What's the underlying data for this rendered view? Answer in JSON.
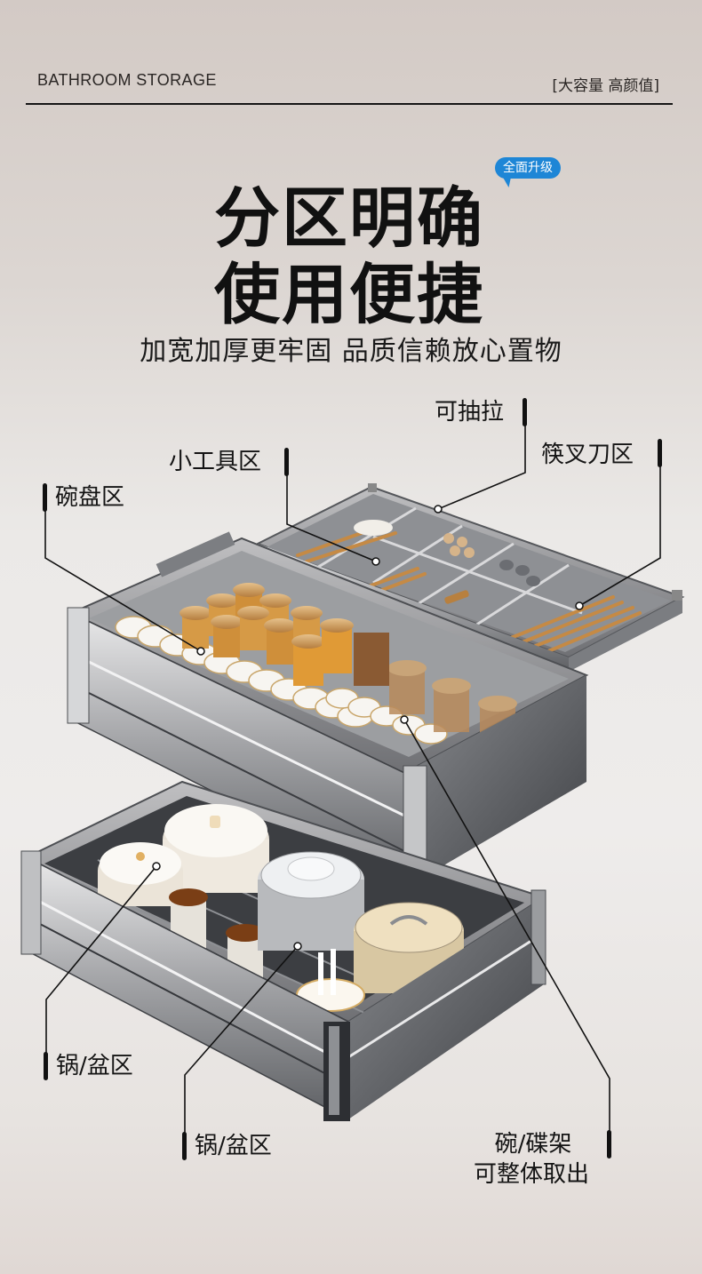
{
  "header": {
    "category_en": "BATHROOM STORAGE",
    "tagline_cn": "[大容量 高颜值]"
  },
  "hero": {
    "title_line1": "分区明确",
    "title_line2": "使用便捷",
    "badge": "全面升级",
    "subtitle": "加宽加厚更牢固 品质信赖放心置物"
  },
  "callouts": {
    "pullout": "可抽拉",
    "small_tools": "小工具区",
    "chopsticks_knives": "筷叉刀区",
    "bowls_plates": "碗盘区",
    "pots_left": "锅/盆区",
    "pots_center": "锅/盆区",
    "dish_rack_line1": "碗/碟架",
    "dish_rack_line2": "可整体取出"
  },
  "colors": {
    "badge_blue": "#1e86d6",
    "bg_top": "#d3cac5",
    "bg_mid": "#eeeceb",
    "text": "#141414"
  }
}
